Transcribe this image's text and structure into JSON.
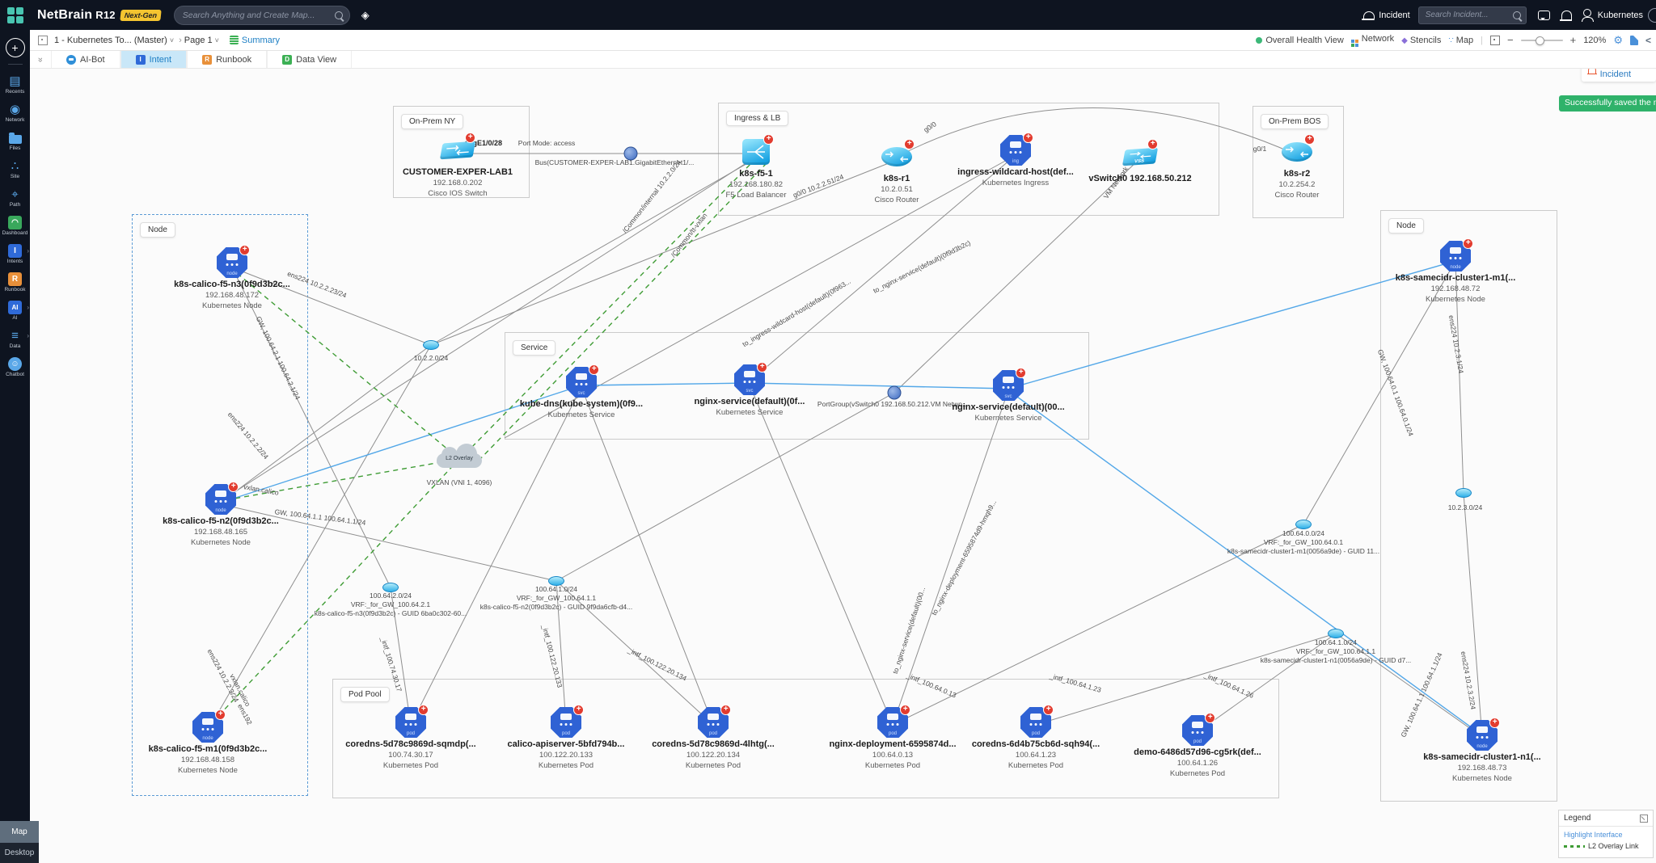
{
  "glyphs": {
    "plus": "+",
    "caret": "˅",
    "sep": "›",
    "chevron_right": "›",
    "diamond": "◈",
    "gear": "⚙",
    "share": "<",
    "stencil": "◆",
    "mapdots": "∵",
    "minus": "−",
    "plus_zoom": "+"
  },
  "topbar": {
    "logo": "NetBrain",
    "logo_r12": "R12",
    "badge": "Next-Gen",
    "search_placeholder": "Search Anything and Create Map...",
    "incident": "Incident",
    "incident_search_placeholder": "Search Incident...",
    "user": "Kubernetes"
  },
  "mapbar": {
    "title": "1 - Kubernetes To... (Master)",
    "page": "Page 1",
    "summary": "Summary",
    "health": "Overall Health View",
    "network": "Network",
    "stencils": "Stencils",
    "map": "Map",
    "zoom": "120%"
  },
  "tabbar": {
    "tabs": [
      {
        "label": "AI-Bot"
      },
      {
        "label": "Intent",
        "letter": "I"
      },
      {
        "label": "Runbook",
        "letter": "R"
      },
      {
        "label": "Data View",
        "letter": "D"
      }
    ]
  },
  "sidebar": {
    "items": [
      {
        "label": "Recents",
        "glyph": "▤"
      },
      {
        "label": "Network",
        "glyph": "◉"
      },
      {
        "label": "Files",
        "glyph": ""
      },
      {
        "label": "Site",
        "glyph": "∴"
      },
      {
        "label": "Path",
        "glyph": "⌖"
      },
      {
        "label": "Dashboard",
        "glyph": "◠"
      },
      {
        "label": "Intents",
        "glyph": "I"
      },
      {
        "label": "Runbook",
        "glyph": "R"
      },
      {
        "label": "AI",
        "glyph": "AI"
      },
      {
        "label": "Data",
        "glyph": "≡"
      },
      {
        "label": "Chatbot",
        "glyph": "☺"
      }
    ],
    "bottom_tabs": [
      {
        "label": "Map"
      },
      {
        "label": "Desktop"
      }
    ]
  },
  "notices": {
    "new_incident": "+ New Incident",
    "toast": "Successfully saved the map"
  },
  "canvas": {
    "cloud_label": "L2 Overlay",
    "groups": [
      {
        "label": "On-Prem NY"
      },
      {
        "label": "Ingress & LB"
      },
      {
        "label": "On-Prem BOS"
      },
      {
        "label": "Node"
      },
      {
        "label": "Service"
      },
      {
        "label": "Pod Pool"
      },
      {
        "label": "Node"
      }
    ],
    "devices": [
      {
        "name": "CUSTOMER-EXPER-LAB1",
        "ip": "192.168.0.202",
        "type": "Cisco IOS Switch",
        "icon_label": ""
      },
      {
        "name": "k8s-f5-1",
        "ip": "192.168.180.82",
        "type": "F5 Load Balancer",
        "icon_label": ""
      },
      {
        "name": "k8s-r1",
        "ip": "10.2.0.51",
        "type": "Cisco Router",
        "icon_label": ""
      },
      {
        "name": "ingress-wildcard-host(def...",
        "ip": "",
        "type": "Kubernetes Ingress",
        "icon_label": "ing"
      },
      {
        "name": "vSwitch0 192.168.50.212",
        "ip": "",
        "type": "",
        "icon_label": "VSS"
      },
      {
        "name": "k8s-r2",
        "ip": "10.2.254.2",
        "type": "Cisco Router",
        "icon_label": ""
      },
      {
        "name": "k8s-calico-f5-n3(0f9d3b2c...",
        "ip": "192.168.48.172",
        "type": "Kubernetes Node",
        "icon_label": "node"
      },
      {
        "name": "k8s-calico-f5-n2(0f9d3b2c...",
        "ip": "192.168.48.165",
        "type": "Kubernetes Node",
        "icon_label": "node"
      },
      {
        "name": "k8s-calico-f5-m1(0f9d3b2c...",
        "ip": "192.168.48.158",
        "type": "Kubernetes Node",
        "icon_label": "node"
      },
      {
        "name": "kube-dns(kube-system)(0f9...",
        "ip": "",
        "type": "Kubernetes Service",
        "icon_label": "svc"
      },
      {
        "name": "nginx-service(default)(0f...",
        "ip": "",
        "type": "Kubernetes Service",
        "icon_label": "svc"
      },
      {
        "name": "nginx-service(default)(00...",
        "ip": "",
        "type": "Kubernetes Service",
        "icon_label": "svc"
      },
      {
        "name": "coredns-5d78c9869d-sqmdp(...",
        "ip": "100.74.30.17",
        "type": "Kubernetes Pod",
        "icon_label": "pod"
      },
      {
        "name": "calico-apiserver-5bfd794b...",
        "ip": "100.122.20.133",
        "type": "Kubernetes Pod",
        "icon_label": "pod"
      },
      {
        "name": "coredns-5d78c9869d-4lhtg(...",
        "ip": "100.122.20.134",
        "type": "Kubernetes Pod",
        "icon_label": "pod"
      },
      {
        "name": "nginx-deployment-6595874d...",
        "ip": "100.64.0.13",
        "type": "Kubernetes Pod",
        "icon_label": "pod"
      },
      {
        "name": "coredns-6d4b75cb6d-sqh94(...",
        "ip": "100.64.1.23",
        "type": "Kubernetes Pod",
        "icon_label": "pod"
      },
      {
        "name": "demo-6486d57d96-cg5rk(def...",
        "ip": "100.64.1.26",
        "type": "Kubernetes Pod",
        "icon_label": "pod"
      },
      {
        "name": "k8s-samecidr-cluster1-m1(...",
        "ip": "192.168.48.72",
        "type": "Kubernetes Node",
        "icon_label": "node"
      },
      {
        "name": "k8s-samecidr-cluster1-n1(...",
        "ip": "192.168.48.73",
        "type": "Kubernetes Node",
        "icon_label": "node"
      }
    ],
    "labels": [
      {
        "text": "GigE1/0/28"
      },
      {
        "text": "Port Mode: access"
      },
      {
        "text": "Bus(CUSTOMER-EXPER-LAB1.GigabitEthernet1/..."
      },
      {
        "text": "g0/0"
      },
      {
        "text": "g0/0 10.2.2.51/24"
      },
      {
        "text": "g0/1"
      },
      {
        "text": "/Common/internal 10.2.2.0/24"
      },
      {
        "text": "/Common/tt-vxlan"
      },
      {
        "text": "VM Network"
      },
      {
        "text": "to_nginx-service(default)(0f9d3b2c)"
      },
      {
        "text": "to_ingress-wildcard-host(default)(0f963..."
      },
      {
        "text": "ens224 10.2.2.23/24"
      },
      {
        "text": "GW, 100.64.2.1 100.64.2.1/24"
      },
      {
        "text": "ens224 10.2.2.2/24"
      },
      {
        "text": "vxlan.calico"
      },
      {
        "text": "GW, 100.64.1.1 100.64.1.1/24"
      },
      {
        "text": "10.2.2.0/24"
      },
      {
        "text": "VXLAN (VNI 1, 4096)"
      },
      {
        "text": "PortGroup(vSwitch0 192.168.50.212.VM Netwo..."
      },
      {
        "text": "ens224 10.2.2.3/24"
      },
      {
        "text": "vxlan.calico"
      },
      {
        "text": "ens192"
      },
      {
        "text": "100.64.2.0/24"
      },
      {
        "text": "VRF:_for_GW_100.64.2.1"
      },
      {
        "text": "k8s-calico-f5-n3(0f9d3b2c) - GUID 6ba0c302-60..."
      },
      {
        "text": "100.64.1.0/24"
      },
      {
        "text": "VRF:_for_GW_100.64.1.1"
      },
      {
        "text": "k8s-calico-f5-n2(0f9d3b2c) - GUID 9f9da6cfb-d4..."
      },
      {
        "text": "_intf_100.74.30.17"
      },
      {
        "text": "_intf_100.122.20.133"
      },
      {
        "text": "_intf_100.122.20.134"
      },
      {
        "text": "_intf_100.64.0.13"
      },
      {
        "text": "_intf_100.64.1.23"
      },
      {
        "text": "_intf_100.64.1.26"
      },
      {
        "text": "to_nginx-deployment-6595874d9-hmqh9..."
      },
      {
        "text": "to_nginx-service(default)(00..."
      },
      {
        "text": "GW, 100.64.0.1 100.64.0.1/24"
      },
      {
        "text": "ens224 10.2.3.1/24"
      },
      {
        "text": "100.64.0.0/24"
      },
      {
        "text": "VRF:_for_GW_100.64.0.1"
      },
      {
        "text": "k8s-samecidr-cluster1-m1(0056a9de) - GUID 11..."
      },
      {
        "text": "100.64.1.0/24"
      },
      {
        "text": "VRF:_for_GW_100.64.1.1"
      },
      {
        "text": "k8s-samecidr-cluster1-n1(0056a9de) - GUID d7..."
      },
      {
        "text": "GW, 100.64.1.1 100.64.1.1/24"
      },
      {
        "text": "ens224 10.2.3.2/24"
      },
      {
        "text": "10.2.3.0/24"
      }
    ],
    "legend": {
      "title": "Legend",
      "highlight": "Highlight Interface",
      "item": "L2 Overlay Link"
    }
  }
}
